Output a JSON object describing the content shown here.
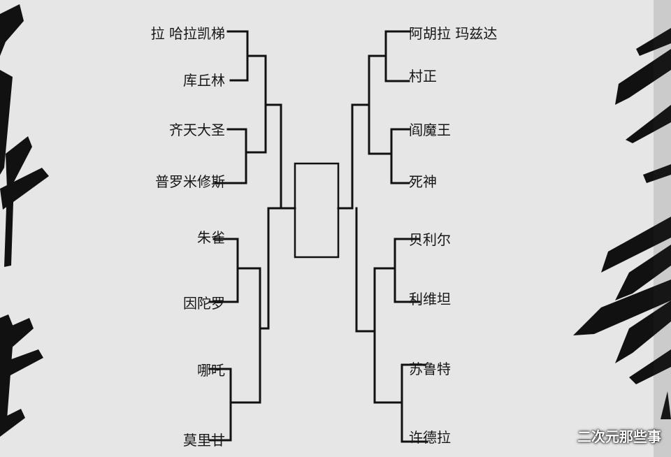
{
  "bracket": {
    "left": [
      {
        "name": "拉 哈拉凯梯"
      },
      {
        "name": "库丘林"
      },
      {
        "name": "齐天大圣"
      },
      {
        "name": "普罗米修斯"
      },
      {
        "name": "朱雀"
      },
      {
        "name": "因陀罗"
      },
      {
        "name": "哪吒"
      },
      {
        "name": "莫里甘"
      }
    ],
    "right": [
      {
        "name": "阿胡拉 玛兹达"
      },
      {
        "name": "村正"
      },
      {
        "name": "阎魔王"
      },
      {
        "name": "死神"
      },
      {
        "name": "贝利尔"
      },
      {
        "name": "利维坦"
      },
      {
        "name": "苏鲁特"
      },
      {
        "name": "许德拉"
      }
    ]
  },
  "watermark": "二次元那些事",
  "colors": {
    "background": "#e6e6e6",
    "ink": "#161616",
    "watermark": "#ffffff"
  }
}
